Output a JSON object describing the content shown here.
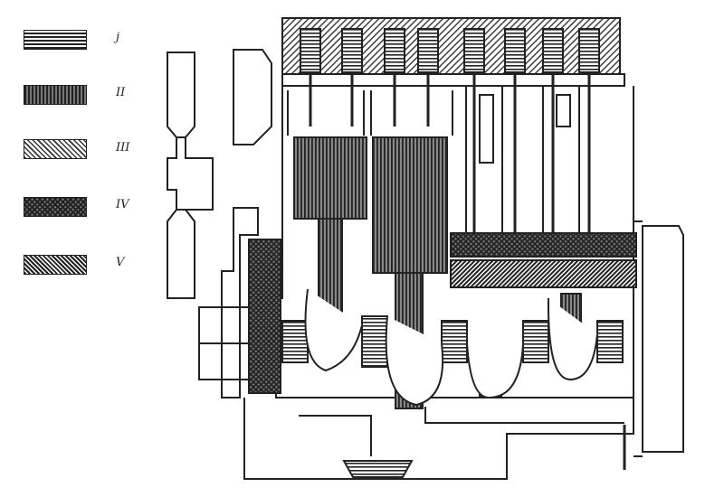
{
  "legend": [
    {
      "label": "j",
      "pattern": "hlines"
    },
    {
      "label": "II",
      "pattern": "vlines"
    },
    {
      "label": "III",
      "pattern": "diag-light"
    },
    {
      "label": "IV",
      "pattern": "crosshatch"
    },
    {
      "label": "V",
      "pattern": "diag-dense"
    }
  ],
  "colors": {
    "ink": "#222222",
    "paper": "#ffffff",
    "shade": "#555555"
  }
}
